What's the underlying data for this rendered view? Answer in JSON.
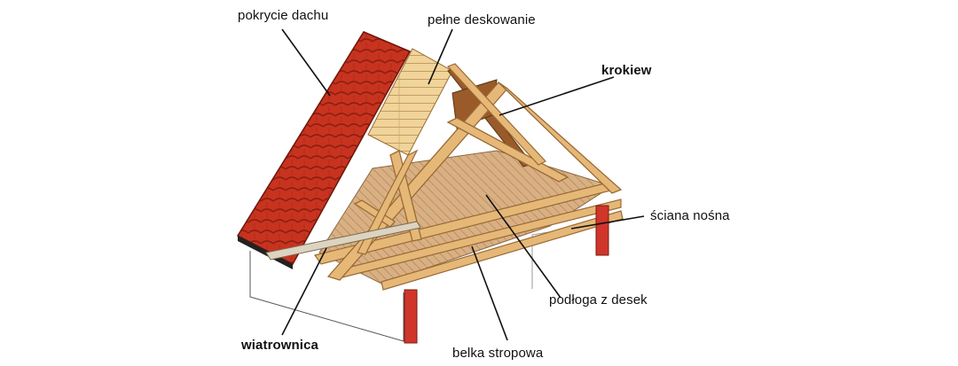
{
  "diagram": {
    "labels": {
      "roof_covering": "pokrycie dachu",
      "full_boarding": "pełne deskowanie",
      "rafter": "krokiew",
      "load_bearing_wall": "ściana nośna",
      "plank_floor": "podłoga z desek",
      "ceiling_beam": "belka stropowa",
      "wind_brace": "wiatrownica"
    },
    "colors": {
      "tile_red": "#c8331f",
      "tile_dark": "#8e1f12",
      "timber": "#e6b878",
      "timber_dark": "#9a6a34",
      "boarding": "#f0d49a",
      "floor_boards": "#d9b083",
      "wall_red": "#d0352a",
      "leader_line": "#111111"
    }
  }
}
